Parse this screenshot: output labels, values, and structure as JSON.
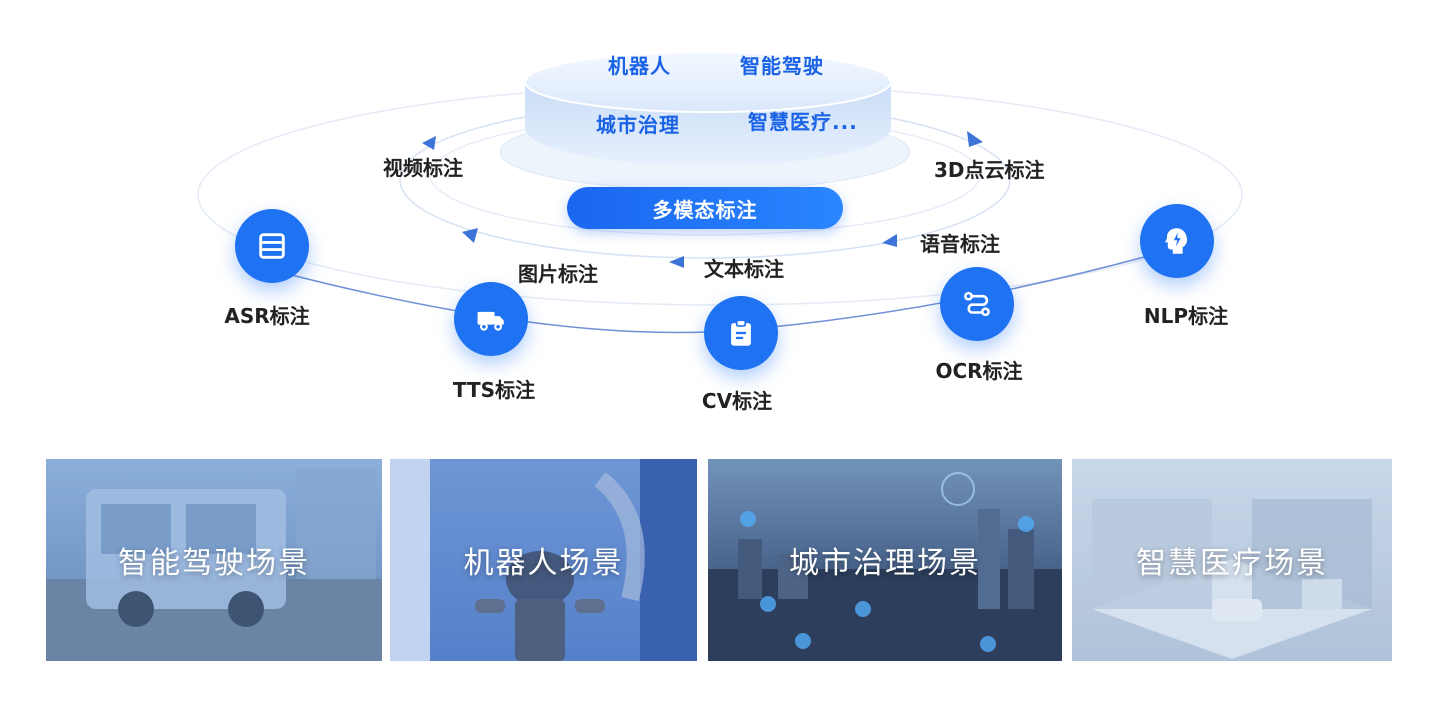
{
  "platform": {
    "topics": [
      "机器人",
      "智能驾驶",
      "城市治理",
      "智慧医疗..."
    ],
    "center_label": "多模态标注"
  },
  "inner_ring": {
    "labels": [
      "视频标注",
      "3D点云标注",
      "图片标注",
      "文本标注",
      "语音标注"
    ]
  },
  "outer_ring": {
    "nodes": [
      {
        "label": "ASR标注",
        "icon": "list-icon"
      },
      {
        "label": "TTS标注",
        "icon": "truck-icon"
      },
      {
        "label": "CV标注",
        "icon": "clipboard-icon"
      },
      {
        "label": "OCR标注",
        "icon": "route-icon"
      },
      {
        "label": "NLP标注",
        "icon": "brain-bolt-icon"
      }
    ]
  },
  "scenes": [
    {
      "label": "智能驾驶场景"
    },
    {
      "label": "机器人场景"
    },
    {
      "label": "城市治理场景"
    },
    {
      "label": "智慧医疗场景"
    }
  ],
  "colors": {
    "primary": "#1f73f2",
    "topic_text": "#1a63e6",
    "label_text": "#222222"
  }
}
